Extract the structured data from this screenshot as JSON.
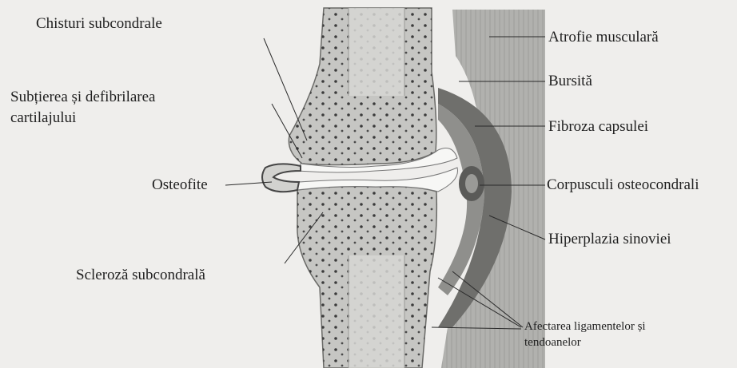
{
  "labels": {
    "chisturi": "Chisturi subcondrale",
    "subtierea_1": "Subțierea și defibrilarea",
    "subtierea_2": "cartilajului",
    "osteofite": "Osteofite",
    "scleroza": "Scleroză subcondrală",
    "atrofie": "Atrofie musculară",
    "bursita": "Bursită",
    "fibroza": "Fibroza capsulei",
    "corpusculi": "Corpusculi osteocondrali",
    "hiperplazia": "Hiperplazia sinoviei",
    "afectarea_1": "Afectarea ligamentelor și",
    "afectarea_2": "tendoanelor"
  },
  "colors": {
    "background": "#efeeec",
    "bone": "#c9c9c6",
    "cartilage": "#f6f6f4",
    "capsule": "#777774",
    "muscle": "#a9a9a6",
    "ink": "#1d1d1d"
  }
}
